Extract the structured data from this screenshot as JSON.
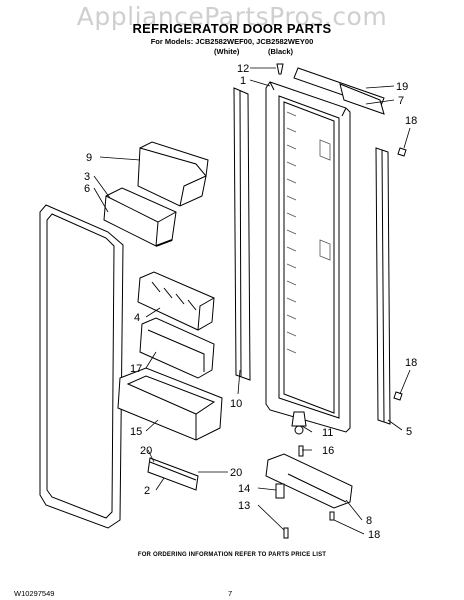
{
  "watermark": "AppliancePartsPros.com",
  "title": "REFRIGERATOR DOOR PARTS",
  "models_line": "For Models: JCB2582WEF00, JCB2582WEY00",
  "variant_white": "(White)",
  "variant_black": "(Black)",
  "callouts": {
    "c1": "1",
    "c2": "2",
    "c3": "3",
    "c4": "4",
    "c5": "5",
    "c6": "6",
    "c7": "7",
    "c8": "8",
    "c9": "9",
    "c10": "10",
    "c11": "11",
    "c12": "12",
    "c13": "13",
    "c14": "14",
    "c15": "15",
    "c16": "16",
    "c17": "17",
    "c18a": "18",
    "c18b": "18",
    "c18c": "18",
    "c19": "19",
    "c20a": "20",
    "c20b": "20"
  },
  "footer_note": "FOR ORDERING INFORMATION REFER TO PARTS PRICE LIST",
  "doc_id": "W10297549",
  "page_number": "7",
  "colors": {
    "line": "#000000",
    "shade": "#d9d9d9",
    "watermark": "#cfcfcf"
  }
}
